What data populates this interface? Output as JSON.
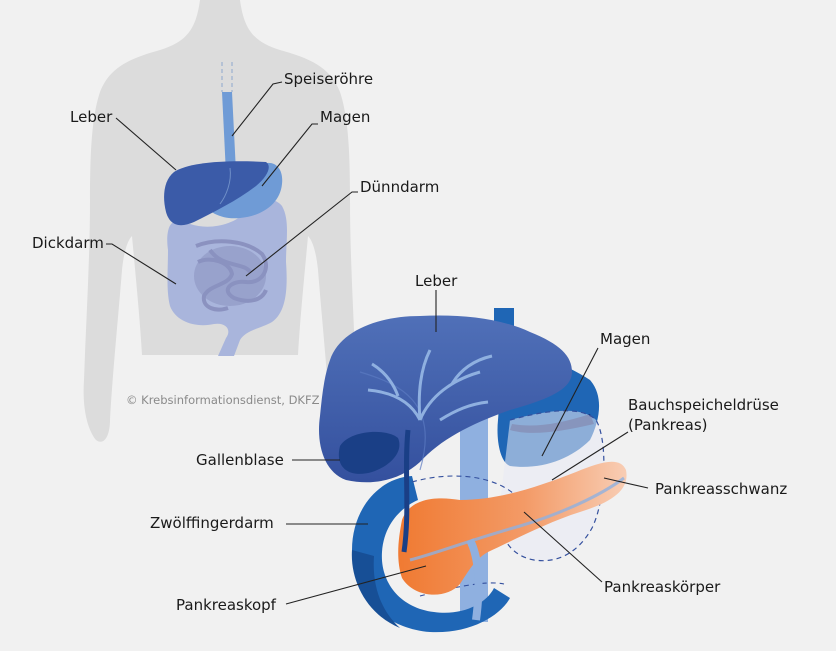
{
  "overview": {
    "labels": {
      "speiseroehre": "Speiseröhre",
      "leber": "Leber",
      "magen": "Magen",
      "duenndarm": "Dünndarm",
      "dickdarm": "Dickdarm"
    },
    "copyright": "© Krebsinformationsdienst, DKFZ"
  },
  "detail": {
    "labels": {
      "leber": "Leber",
      "magen": "Magen",
      "bauchspeicheldruese_1": "Bauchspeicheldrüse",
      "bauchspeicheldruese_2": "(Pankreas)",
      "gallenblase": "Gallenblase",
      "pankreasschwanz": "Pankreasschwanz",
      "zwoelffingerdarm": "Zwölffingerdarm",
      "pankreaskoerper": "Pankreaskörper",
      "pankreaskopf": "Pankreaskopf"
    }
  },
  "colors": {
    "background": "#f1f1f1",
    "body_silhouette": "#dcdcdc",
    "liver": "#3b5ba8",
    "stomach": "#6f9bd6",
    "intestine": "#a9b5dc",
    "duodenum": "#1f66b5",
    "vessel": "#8fb0e0",
    "pancreas": "#f07f3c"
  }
}
